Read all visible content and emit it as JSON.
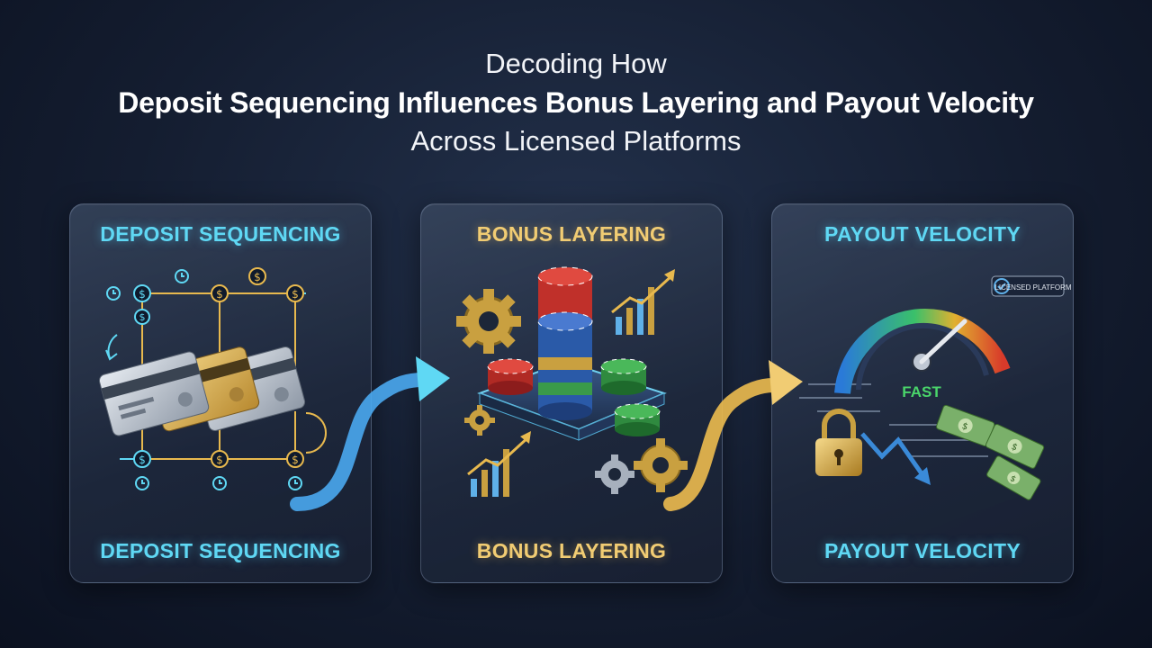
{
  "title": {
    "line1": "Decoding How",
    "line2": "Deposit Sequencing Influences Bonus Layering and Payout Velocity",
    "line3": "Across Licensed Platforms"
  },
  "panels": [
    {
      "top_label": "DEPOSIT SEQUENCING",
      "bottom_label": "DEPOSIT SEQUENCING"
    },
    {
      "top_label": "BONUS LAYERING",
      "bottom_label": "BONUS LAYERING"
    },
    {
      "top_label": "PAYOUT VELOCITY",
      "bottom_label": "PAYOUT VELOCITY"
    }
  ],
  "gauge_label": "FAST",
  "badge_text": "LICENSED PLATFORM",
  "colors": {
    "cyan": "#5fd8f4",
    "gold": "#f1cc73",
    "background": "#141d30"
  }
}
